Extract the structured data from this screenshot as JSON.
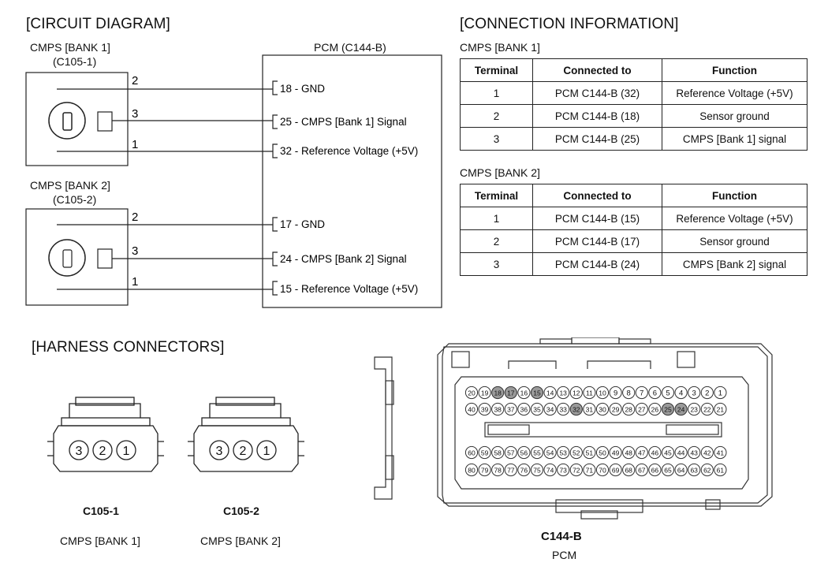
{
  "circuit": {
    "title": "[CIRCUIT DIAGRAM]",
    "bank1_label": "CMPS [BANK 1]",
    "bank1_connector": "(C105-1)",
    "bank2_label": "CMPS [BANK 2]",
    "bank2_connector": "(C105-2)",
    "pcm_label": "PCM (C144-B)",
    "bank1_pins": [
      "2",
      "3",
      "1"
    ],
    "bank2_pins": [
      "2",
      "3",
      "1"
    ],
    "pcm_bank1": [
      "18 - GND",
      "25 -  CMPS [Bank 1] Signal",
      "32 - Reference Voltage (+5V)"
    ],
    "pcm_bank2": [
      "17 - GND",
      "24 -  CMPS [Bank 2] Signal",
      "15 - Reference Voltage (+5V)"
    ]
  },
  "connection": {
    "title": "[CONNECTION INFORMATION]",
    "headers": [
      "Terminal",
      "Connected to",
      "Function"
    ],
    "bank1": {
      "label": "CMPS [BANK 1]",
      "rows": [
        [
          "1",
          "PCM C144-B (32)",
          "Reference Voltage (+5V)"
        ],
        [
          "2",
          "PCM C144-B (18)",
          "Sensor ground"
        ],
        [
          "3",
          "PCM C144-B (25)",
          "CMPS [Bank 1] signal"
        ]
      ]
    },
    "bank2": {
      "label": "CMPS [BANK 2]",
      "rows": [
        [
          "1",
          "PCM C144-B (15)",
          "Reference Voltage (+5V)"
        ],
        [
          "2",
          "PCM C144-B (17)",
          "Sensor ground"
        ],
        [
          "3",
          "PCM C144-B (24)",
          "CMPS [Bank 2] signal"
        ]
      ]
    }
  },
  "harness": {
    "title": "[HARNESS CONNECTORS]",
    "c105_1_id": "C105-1",
    "c105_1_desc": "CMPS [BANK 1]",
    "c105_2_id": "C105-2",
    "c105_2_desc": "CMPS [BANK 2]",
    "c105_pins": [
      "3",
      "2",
      "1"
    ],
    "c144_id": "C144-B",
    "c144_desc": "PCM",
    "pcm_rows": [
      [
        "20",
        "19",
        "18",
        "17",
        "16",
        "15",
        "14",
        "13",
        "12",
        "11",
        "10",
        "9",
        "8",
        "7",
        "6",
        "5",
        "4",
        "3",
        "2",
        "1"
      ],
      [
        "40",
        "39",
        "38",
        "37",
        "36",
        "35",
        "34",
        "33",
        "32",
        "31",
        "30",
        "29",
        "28",
        "27",
        "26",
        "25",
        "24",
        "23",
        "22",
        "21"
      ],
      [
        "60",
        "59",
        "58",
        "57",
        "56",
        "55",
        "54",
        "53",
        "52",
        "51",
        "50",
        "49",
        "48",
        "47",
        "46",
        "45",
        "44",
        "43",
        "42",
        "41"
      ],
      [
        "80",
        "79",
        "78",
        "77",
        "76",
        "75",
        "74",
        "73",
        "72",
        "71",
        "70",
        "69",
        "68",
        "67",
        "66",
        "65",
        "64",
        "63",
        "62",
        "61"
      ]
    ],
    "highlighted_pins": [
      "15",
      "17",
      "18",
      "24",
      "25",
      "32"
    ],
    "highlight_color": "#9a9a9a"
  }
}
